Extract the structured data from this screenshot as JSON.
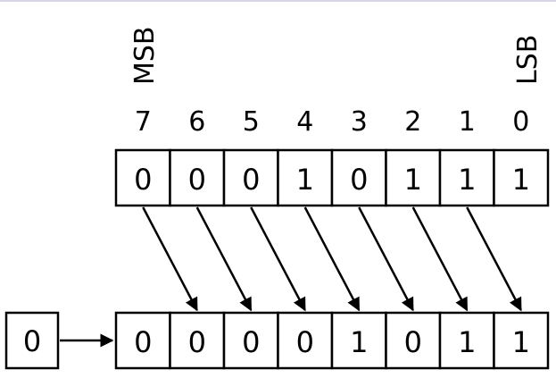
{
  "labels": {
    "msb": "MSB",
    "lsb": "LSB"
  },
  "positions": [
    "7",
    "6",
    "5",
    "4",
    "3",
    "2",
    "1",
    "0"
  ],
  "original_bits": [
    "0",
    "0",
    "0",
    "1",
    "0",
    "1",
    "1",
    "1"
  ],
  "shifted_bits": [
    "0",
    "0",
    "0",
    "0",
    "1",
    "0",
    "1",
    "1"
  ],
  "fill_bit": "0"
}
